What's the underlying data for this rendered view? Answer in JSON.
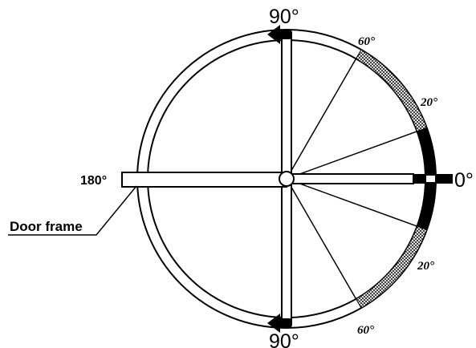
{
  "labels": {
    "top_90": "90°",
    "bottom_90": "90°",
    "left_180": "180°",
    "right_0": "0°",
    "upper_60": "60°",
    "upper_20": "20°",
    "lower_20": "20°",
    "lower_60": "60°",
    "door_frame": "Door frame"
  },
  "colors": {
    "stroke": "#000000",
    "background": "#ffffff"
  },
  "icons": {
    "upper_arrow": "arrow-left-icon",
    "lower_arrow": "arrow-left-icon"
  }
}
